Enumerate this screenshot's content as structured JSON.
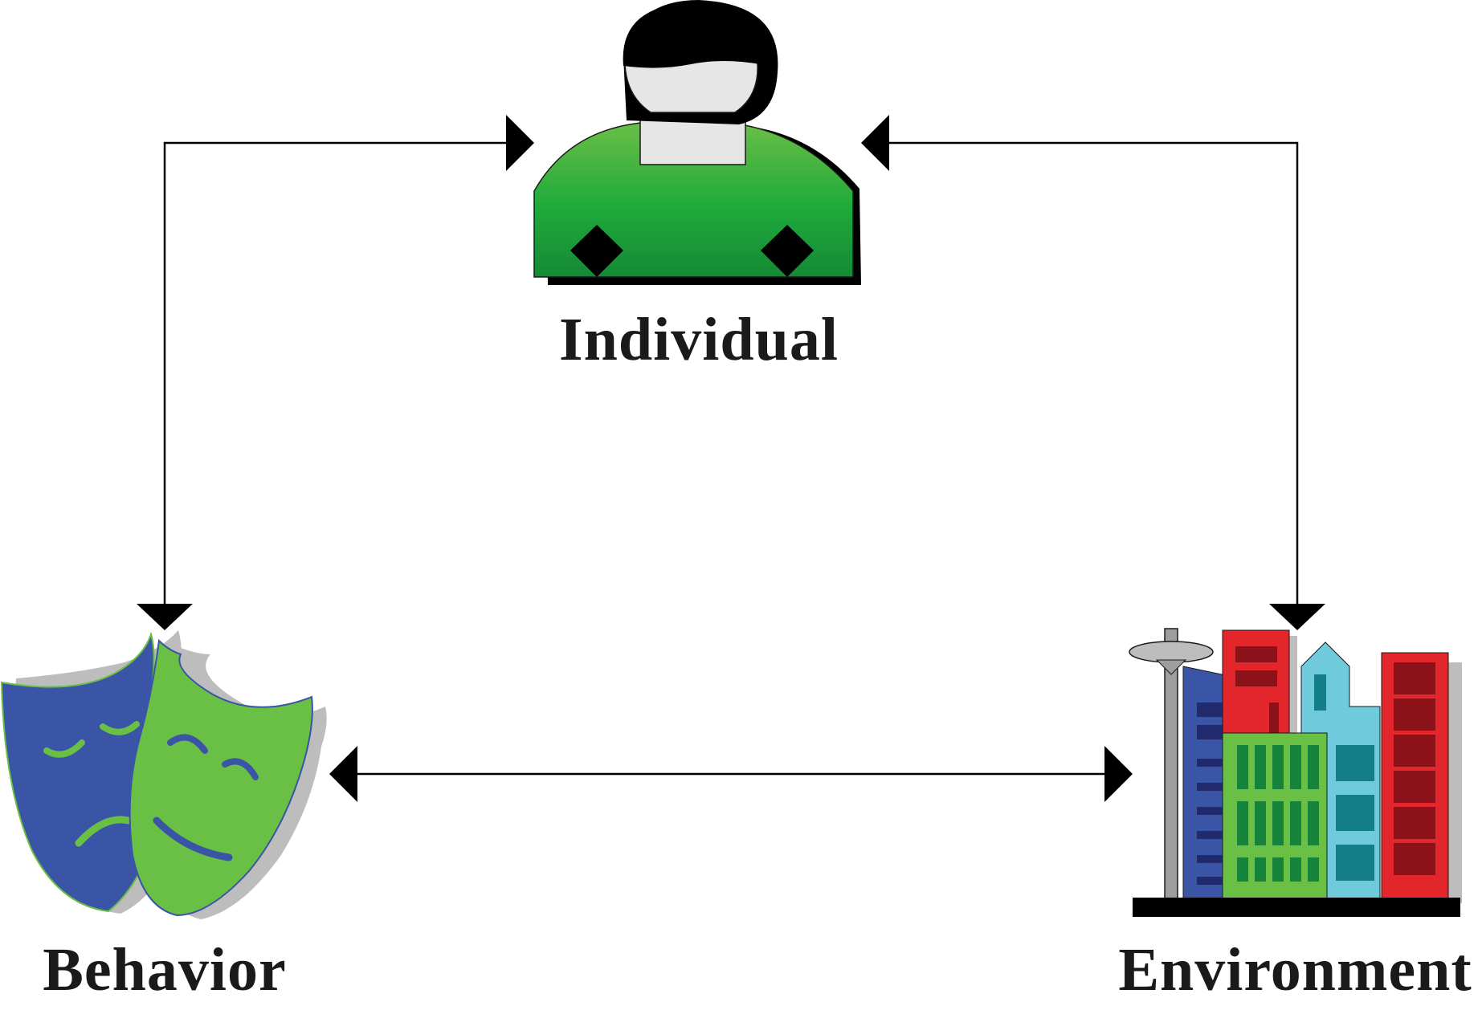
{
  "nodes": {
    "individual": {
      "label": "Individual",
      "icon": "person-icon"
    },
    "behavior": {
      "label": "Behavior",
      "icon": "theater-masks-icon"
    },
    "environment": {
      "label": "Environment",
      "icon": "city-buildings-icon"
    }
  },
  "links": [
    {
      "from": "behavior",
      "to": "individual",
      "arrows": "both"
    },
    {
      "from": "individual",
      "to": "environment",
      "arrows": "both"
    },
    {
      "from": "behavior",
      "to": "environment",
      "arrows": "both"
    }
  ],
  "colors": {
    "person_body": "#1faa3c",
    "person_head": "#e6e6e6",
    "mask_sad": "#3a54a6",
    "mask_happy": "#6abf45",
    "building_red": "#e3262b",
    "building_blue": "#3a54a6",
    "building_green": "#6abf45",
    "building_cyan": "#6fcbdc",
    "arrow": "#000000"
  }
}
